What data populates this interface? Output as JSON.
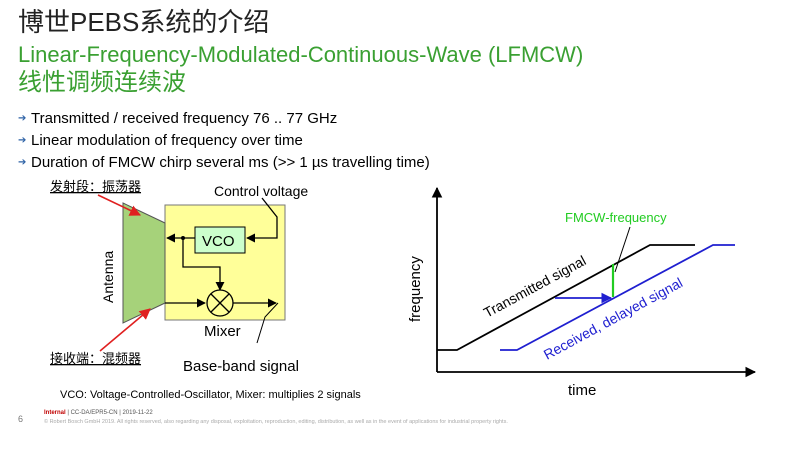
{
  "slide": {
    "title": "博世PEBS系统的介绍",
    "subtitle": "Linear-Frequency-Modulated-Continuous-Wave (LFMCW)",
    "subtitle_cn": "线性调频连续波",
    "bullets": [
      "Transmitted / received frequency 76 .. 77 GHz",
      "Linear modulation of frequency over time",
      "Duration of FMCW chirp several ms (>> 1 µs travelling time)"
    ]
  },
  "block_diagram": {
    "label_tx_cn": "发射段：振荡器",
    "label_rx_cn": "接收端：混频器",
    "antenna": "Antenna",
    "control_voltage": "Control voltage",
    "vco": "VCO",
    "mixer": "Mixer",
    "baseband": "Base-band signal",
    "caption": "VCO: Voltage-Controlled-Oscillator, Mixer: multiplies 2 signals",
    "colors": {
      "antenna": "#a6d27a",
      "box": "#ffff99",
      "vco": "#ccffcc",
      "arrow_red": "#e02020"
    }
  },
  "chart": {
    "ylabel": "frequency",
    "xlabel": "time",
    "fmcw_label": "FMCW-frequency",
    "tx_label": "Transmitted signal",
    "rx_label": "Received, delayed signal",
    "colors": {
      "tx": "#000000",
      "rx": "#1f1fd0",
      "fmcw": "#22cc22"
    }
  },
  "footer": {
    "page_number": "6",
    "internal": "Internal",
    "meta": " | CC-DA/EPR5-CN | 2019-11-22",
    "copyright": "© Robert Bosch GmbH 2019. All rights reserved, also regarding any disposal, exploitation, reproduction, editing, distribution, as well as in the event of applications for industrial property rights."
  }
}
